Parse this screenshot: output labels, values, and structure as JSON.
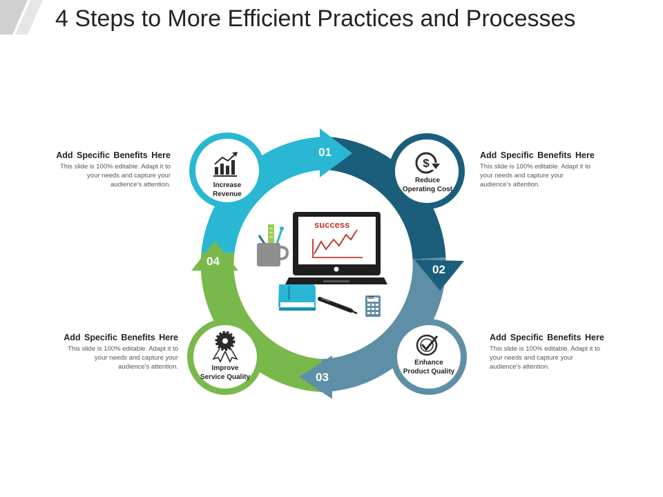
{
  "title": "4 Steps to More Efficient Practices and Processes",
  "colors": {
    "step1": "#29b7d3",
    "step2": "#1b5e7b",
    "step3": "#5f8fa6",
    "step4": "#79b84a",
    "text": "#222222"
  },
  "steps": [
    {
      "number": "01",
      "label_line1": "Increase",
      "label_line2": "Revenue",
      "icon": "bar-chart-growth-icon",
      "heading": "Add  Specific Benefits  Here",
      "body": "This slide is 100% editable. Adapt it to your needs and capture your audience's attention."
    },
    {
      "number": "02",
      "label_line1": "Reduce",
      "label_line2": "Operating Cost",
      "icon": "dollar-reduce-icon",
      "heading": "Add  Specific Benefits  Here",
      "body": "This slide is 100% editable. Adapt it to your needs and capture your audience's attention."
    },
    {
      "number": "03",
      "label_line1": "Enhance",
      "label_line2": "Product Quality",
      "icon": "quality-check-icon",
      "heading": "Add  Specific Benefits  Here",
      "body": "This slide is 100% editable. Adapt it to your needs and capture your audience's attention."
    },
    {
      "number": "04",
      "label_line1": "Improve",
      "label_line2": "Service Quality",
      "icon": "award-gear-icon",
      "heading": "Add  Specific Benefits  Here",
      "body": "This slide is 100% editable. Adapt it to your needs and capture your audience's attention."
    }
  ],
  "center": {
    "screen_text": "success",
    "calculator_text": "123"
  }
}
